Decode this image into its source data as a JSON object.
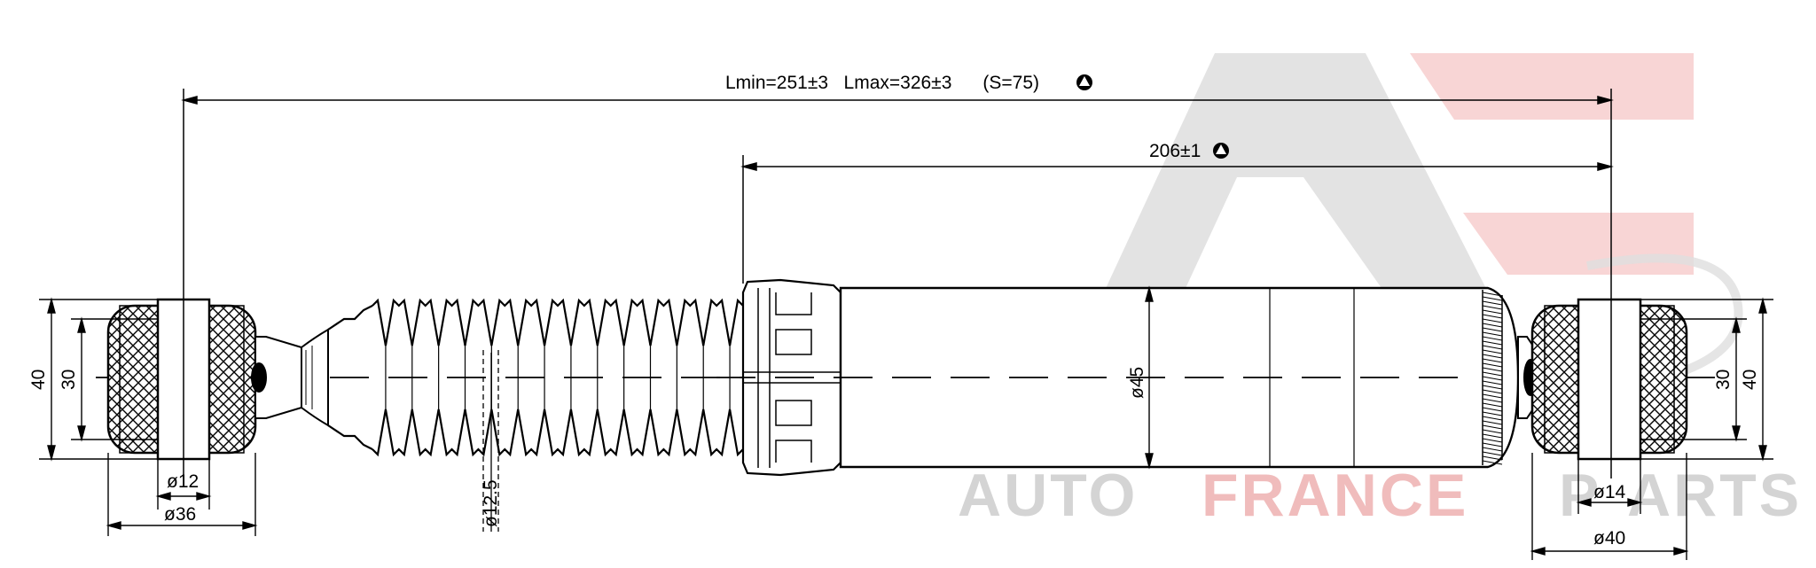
{
  "watermark": {
    "brand_word_1": "AUTO",
    "brand_word_2": "FRANCE",
    "brand_word_3": "ARTS",
    "brand_initial": "P",
    "color_gray": "#d2d2d2",
    "color_red": "#f3c2c2"
  },
  "dimensions": {
    "overall_length": "Lmin=251±3   Lmax=326±3      (S=75)",
    "body_length": "206±1",
    "body_diameter": "ø45",
    "rod_diameter": "ø12.5",
    "left_eye_inner_diameter": "ø12",
    "left_eye_outer_diameter": "ø36",
    "left_eye_height_outer": "40",
    "left_eye_height_inner": "30",
    "right_eye_inner_diameter": "ø14",
    "right_eye_outer_diameter": "ø40",
    "right_eye_height_outer": "40",
    "right_eye_height_inner": "30"
  },
  "marks": {
    "lmax_symbol": "circle-triangle-icon",
    "body_symbol": "circle-triangle-icon"
  },
  "colors": {
    "line": "#000000",
    "background": "#ffffff"
  }
}
